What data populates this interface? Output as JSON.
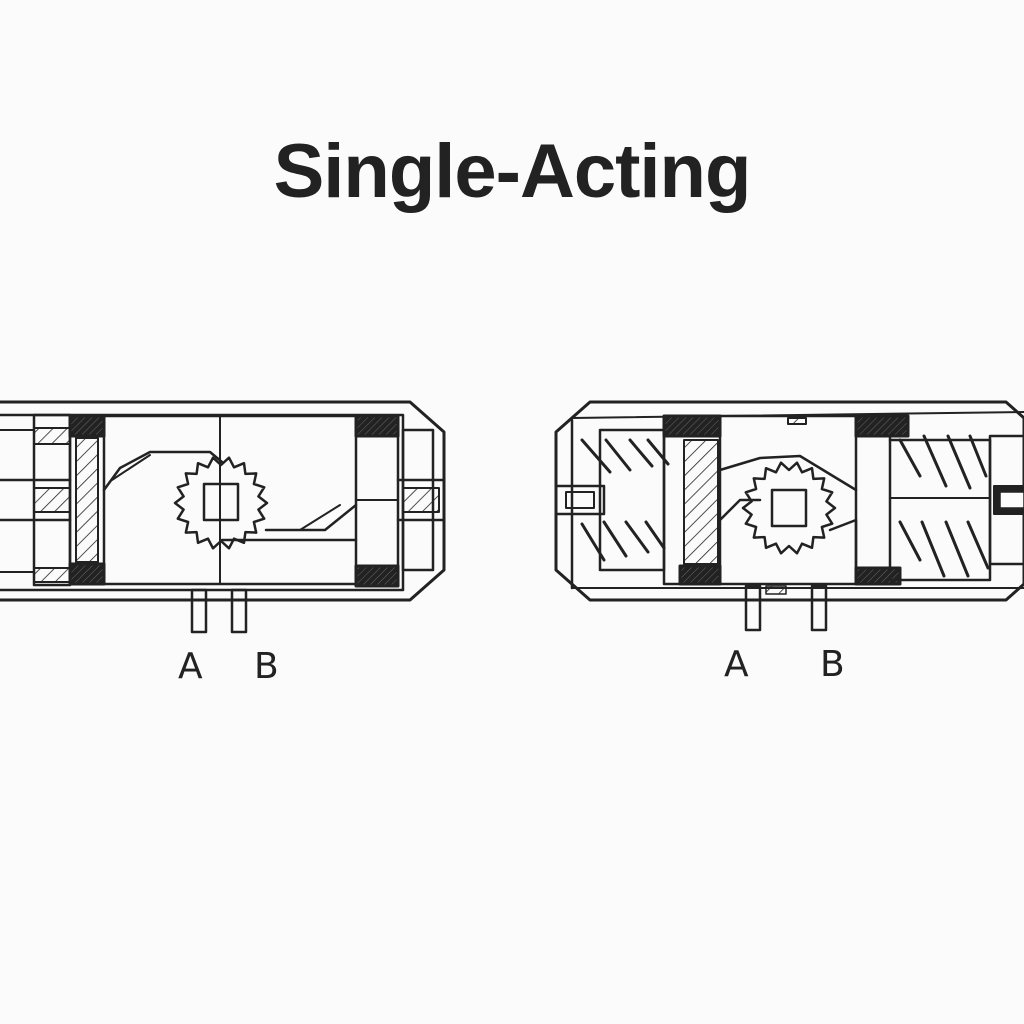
{
  "title": "Single-Acting",
  "actuators": [
    {
      "ports": [
        "A",
        "B"
      ]
    },
    {
      "ports": [
        "A",
        "B"
      ]
    }
  ]
}
